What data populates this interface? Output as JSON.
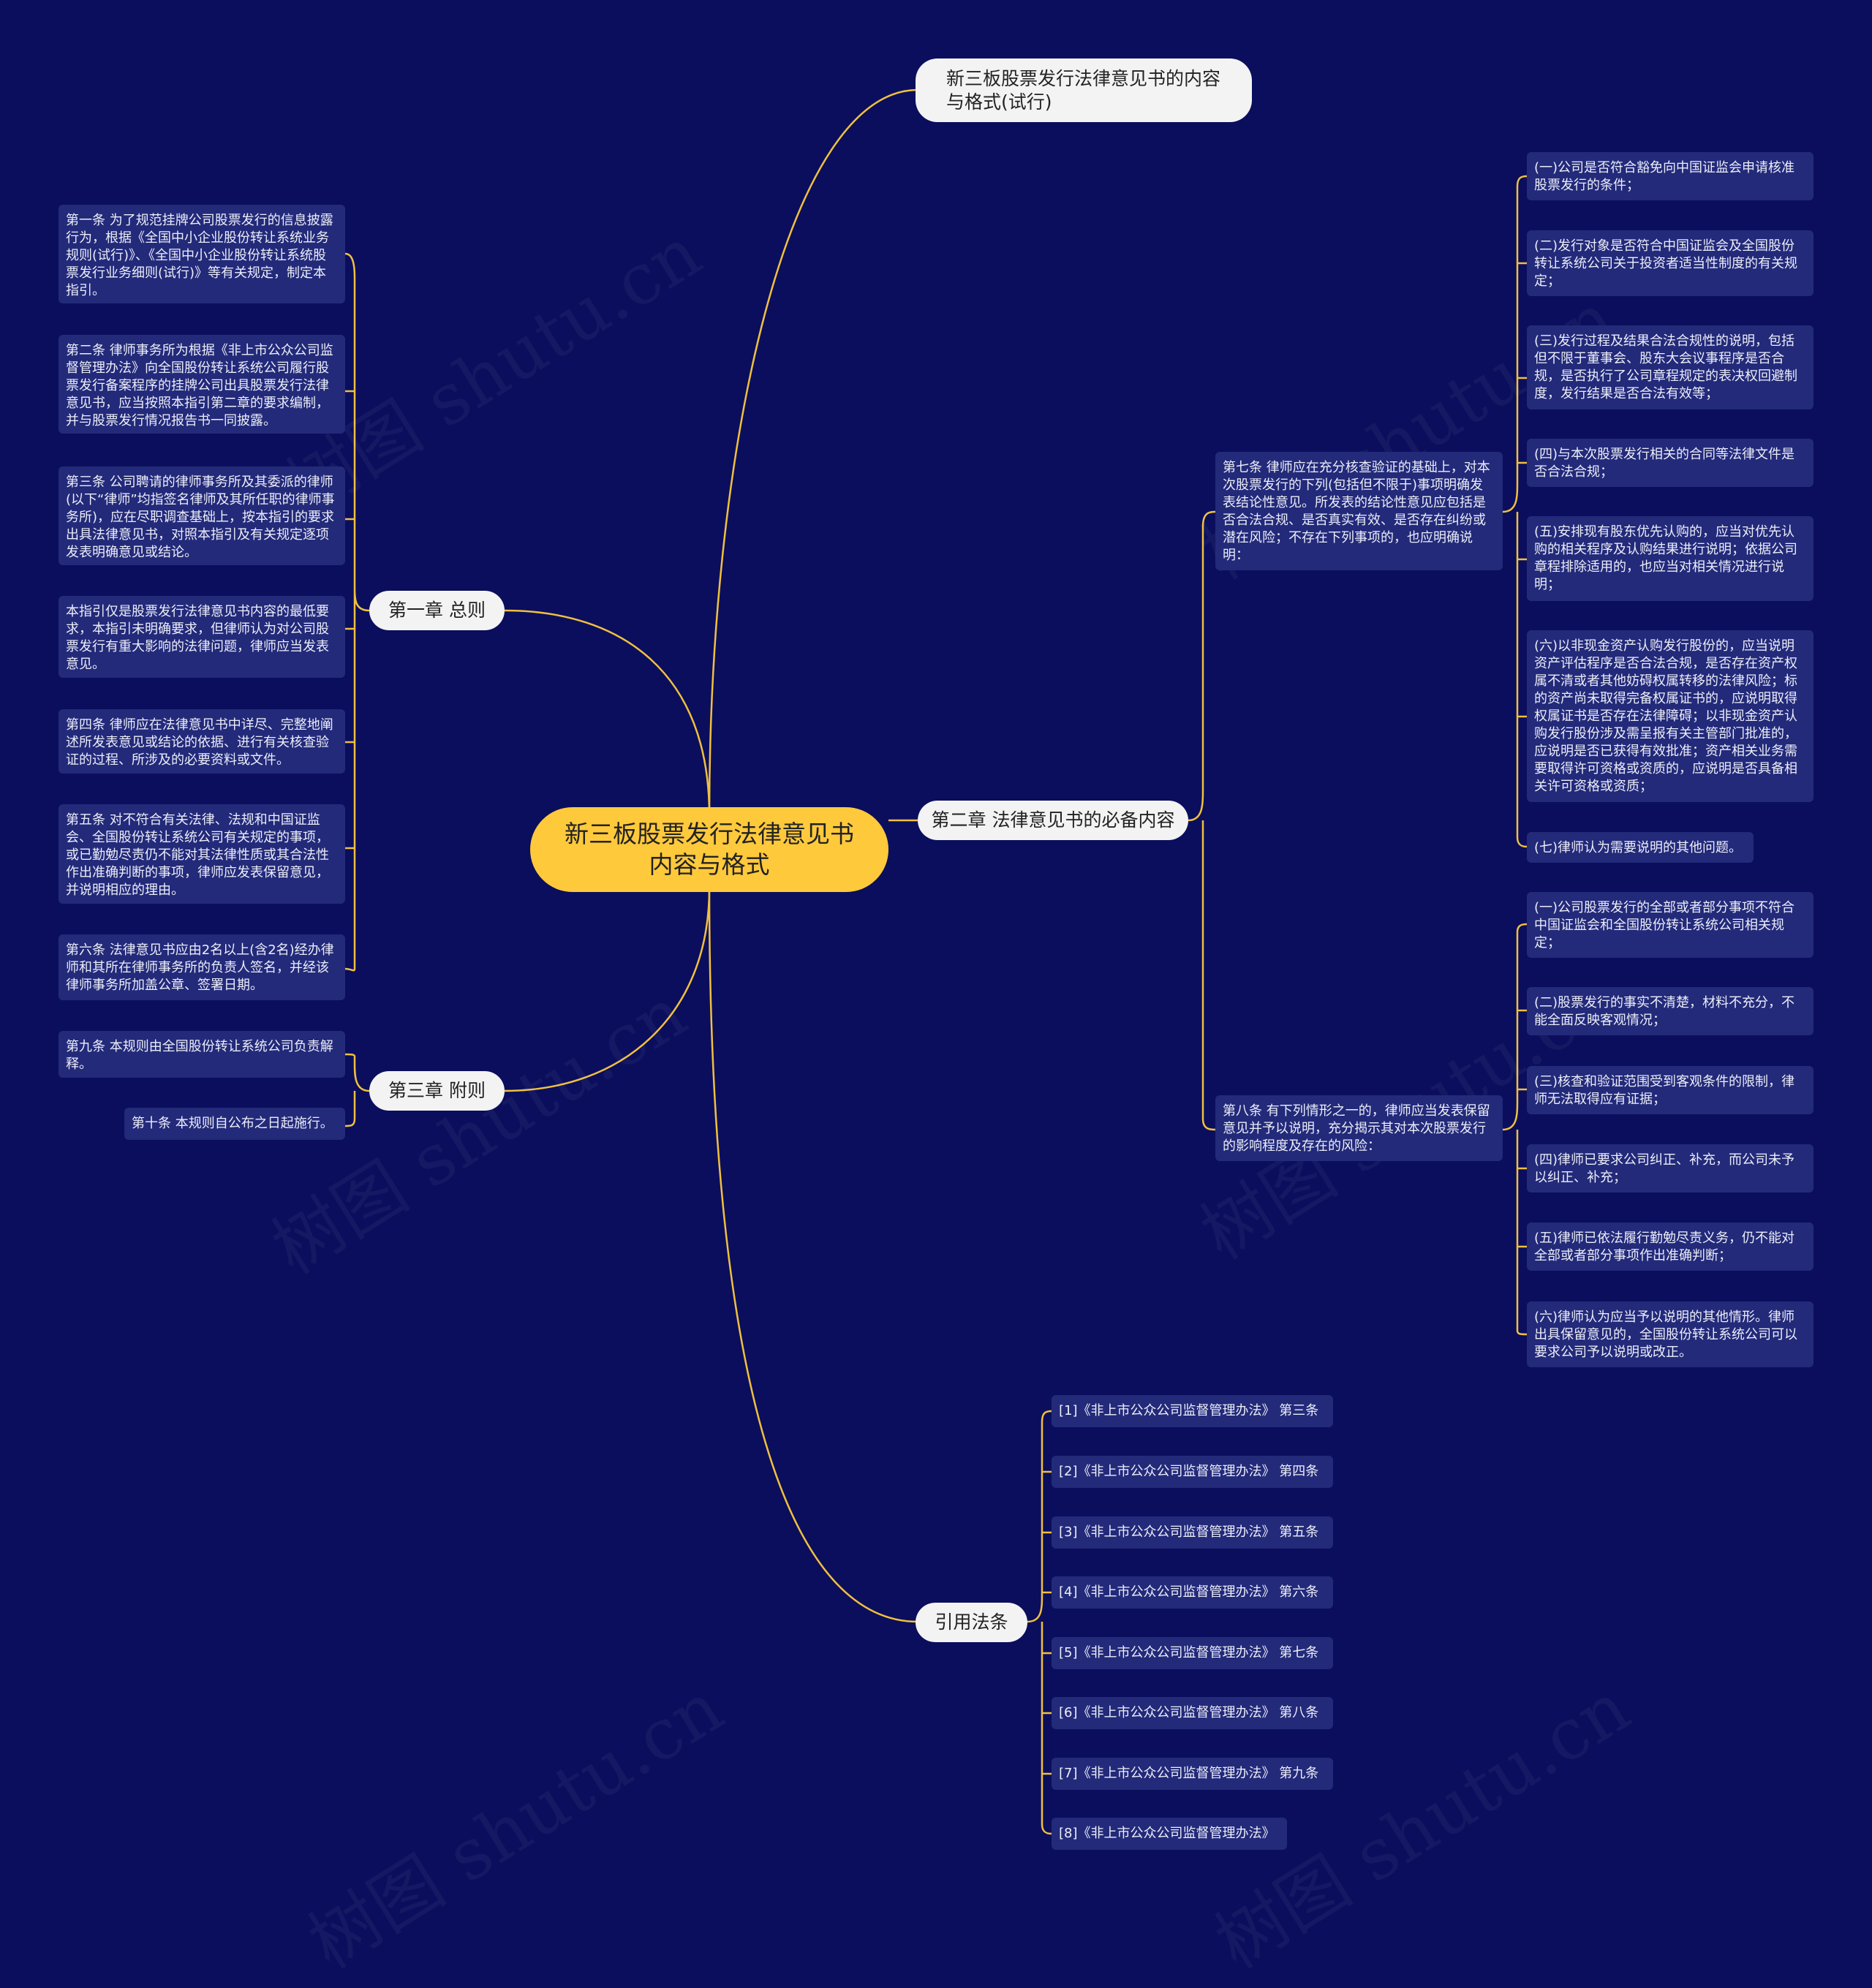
{
  "root": "新三板股票发行法律意见书内容与格式",
  "title_node": "新三板股票发行法律意见书的内容与格式(试行)",
  "chapter1": {
    "label": "第一章 总则",
    "items": [
      "第一条 为了规范挂牌公司股票发行的信息披露行为，根据《全国中小企业股份转让系统业务规则(试行)》、《全国中小企业股份转让系统股票发行业务细则(试行)》等有关规定，制定本指引。",
      "第二条 律师事务所为根据《非上市公众公司监督管理办法》向全国股份转让系统公司履行股票发行备案程序的挂牌公司出具股票发行法律意见书，应当按照本指引第二章的要求编制，并与股票发行情况报告书一同披露。",
      "第三条 公司聘请的律师事务所及其委派的律师(以下“律师”均指签名律师及其所任职的律师事务所)，应在尽职调查基础上，按本指引的要求出具法律意见书，对照本指引及有关规定逐项发表明确意见或结论。",
      "本指引仅是股票发行法律意见书内容的最低要求，本指引未明确要求，但律师认为对公司股票发行有重大影响的法律问题，律师应当发表意见。",
      "第四条 律师应在法律意见书中详尽、完整地阐述所发表意见或结论的依据、进行有关核查验证的过程、所涉及的必要资料或文件。",
      "第五条 对不符合有关法律、法规和中国证监会、全国股份转让系统公司有关规定的事项，或已勤勉尽责仍不能对其法律性质或其合法性作出准确判断的事项，律师应发表保留意见，并说明相应的理由。",
      "第六条 法律意见书应由2名以上(含2名)经办律师和其所在律师事务所的负责人签名，并经该律师事务所加盖公章、签署日期。"
    ]
  },
  "chapter3": {
    "label": "第三章 附则",
    "items": [
      "第九条 本规则由全国股份转让系统公司负责解释。",
      "第十条 本规则自公布之日起施行。"
    ]
  },
  "chapter2": {
    "label": "第二章 法律意见书的必备内容",
    "article7": {
      "text": "第七条 律师应在充分核查验证的基础上，对本次股票发行的下列(包括但不限于)事项明确发表结论性意见。所发表的结论性意见应包括是否合法合规、是否真实有效、是否存在纠纷或潜在风险；不存在下列事项的，也应明确说明：",
      "items": [
        "(一)公司是否符合豁免向中国证监会申请核准股票发行的条件；",
        "(二)发行对象是否符合中国证监会及全国股份转让系统公司关于投资者适当性制度的有关规定；",
        "(三)发行过程及结果合法合规性的说明，包括但不限于董事会、股东大会议事程序是否合规，是否执行了公司章程规定的表决权回避制度，发行结果是否合法有效等；",
        "(四)与本次股票发行相关的合同等法律文件是否合法合规；",
        "(五)安排现有股东优先认购的，应当对优先认购的相关程序及认购结果进行说明；依据公司章程排除适用的，也应当对相关情况进行说明；",
        "(六)以非现金资产认购发行股份的，应当说明资产评估程序是否合法合规，是否存在资产权属不清或者其他妨碍权属转移的法律风险；标的资产尚未取得完备权属证书的，应说明取得权属证书是否存在法律障碍；以非现金资产认购发行股份涉及需呈报有关主管部门批准的，应说明是否已获得有效批准；资产相关业务需要取得许可资格或资质的，应说明是否具备相关许可资格或资质；",
        "(七)律师认为需要说明的其他问题。"
      ]
    },
    "article8": {
      "text": "第八条 有下列情形之一的，律师应当发表保留意见并予以说明，充分揭示其对本次股票发行的影响程度及存在的风险：",
      "items": [
        "(一)公司股票发行的全部或者部分事项不符合中国证监会和全国股份转让系统公司相关规定；",
        "(二)股票发行的事实不清楚，材料不充分，不能全面反映客观情况；",
        "(三)核查和验证范围受到客观条件的限制，律师无法取得应有证据；",
        "(四)律师已要求公司纠正、补充，而公司未予以纠正、补充；",
        "(五)律师已依法履行勤勉尽责义务，仍不能对全部或者部分事项作出准确判断；",
        "(六)律师认为应当予以说明的其他情形。律师出具保留意见的，全国股份转让系统公司可以要求公司予以说明或改正。"
      ]
    }
  },
  "citations": {
    "label": "引用法条",
    "items": [
      "[1]《非上市公众公司监督管理办法》 第三条",
      "[2]《非上市公众公司监督管理办法》 第四条",
      "[3]《非上市公众公司监督管理办法》 第五条",
      "[4]《非上市公众公司监督管理办法》 第六条",
      "[5]《非上市公众公司监督管理办法》 第七条",
      "[6]《非上市公众公司监督管理办法》 第八条",
      "[7]《非上市公众公司监督管理办法》 第九条",
      "[8]《非上市公众公司监督管理办法》"
    ]
  },
  "colors": {
    "background": "#0b0e5c",
    "root": "#ffc93c",
    "branch": "#f3f3f3",
    "leaf": "#232a7a",
    "line": "#f0c040"
  }
}
